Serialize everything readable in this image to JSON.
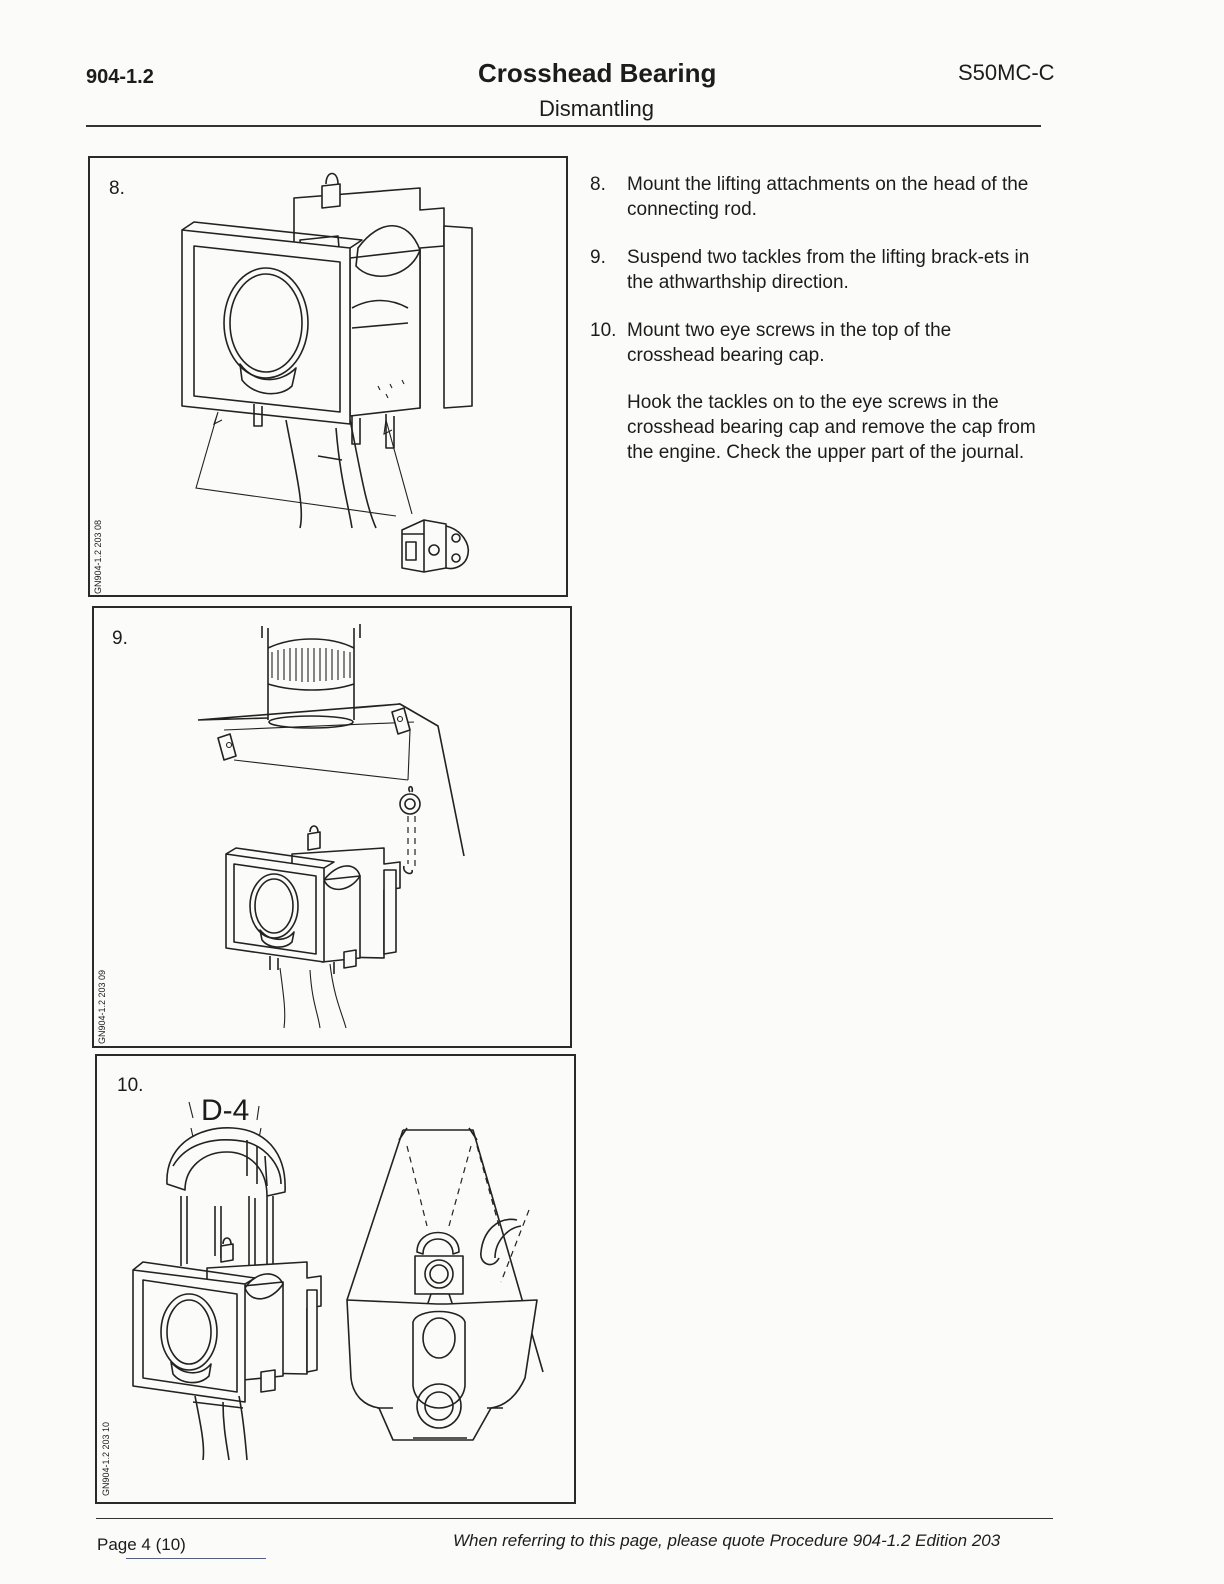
{
  "header": {
    "doc_number": "904-1.2",
    "title": "Crosshead Bearing",
    "subtitle": "Dismantling",
    "engine": "S50MC-C"
  },
  "figures": [
    {
      "number": "8.",
      "code": "GN904-1.2 203 08"
    },
    {
      "number": "9.",
      "code": "GN904-1.2 203 09"
    },
    {
      "number": "10.",
      "code": "GN904-1.2 203 10",
      "tool_label": "D-4"
    }
  ],
  "steps": [
    {
      "number": "8.",
      "text": "Mount the lifting attachments on the head of the connecting rod."
    },
    {
      "number": "9.",
      "text": "Suspend two tackles from the lifting brack-ets in the athwarthship direction."
    },
    {
      "number": "10.",
      "text": "Mount two eye screws in the top of the crosshead bearing cap."
    }
  ],
  "step10_note": "Hook the tackles on to the eye screws in the crosshead bearing cap and remove the cap from the engine. Check the upper part of the journal.",
  "footer": {
    "page": "Page 4 (10)",
    "reference": "When referring to this page, please quote Procedure 904-1.2 Edition 203"
  }
}
